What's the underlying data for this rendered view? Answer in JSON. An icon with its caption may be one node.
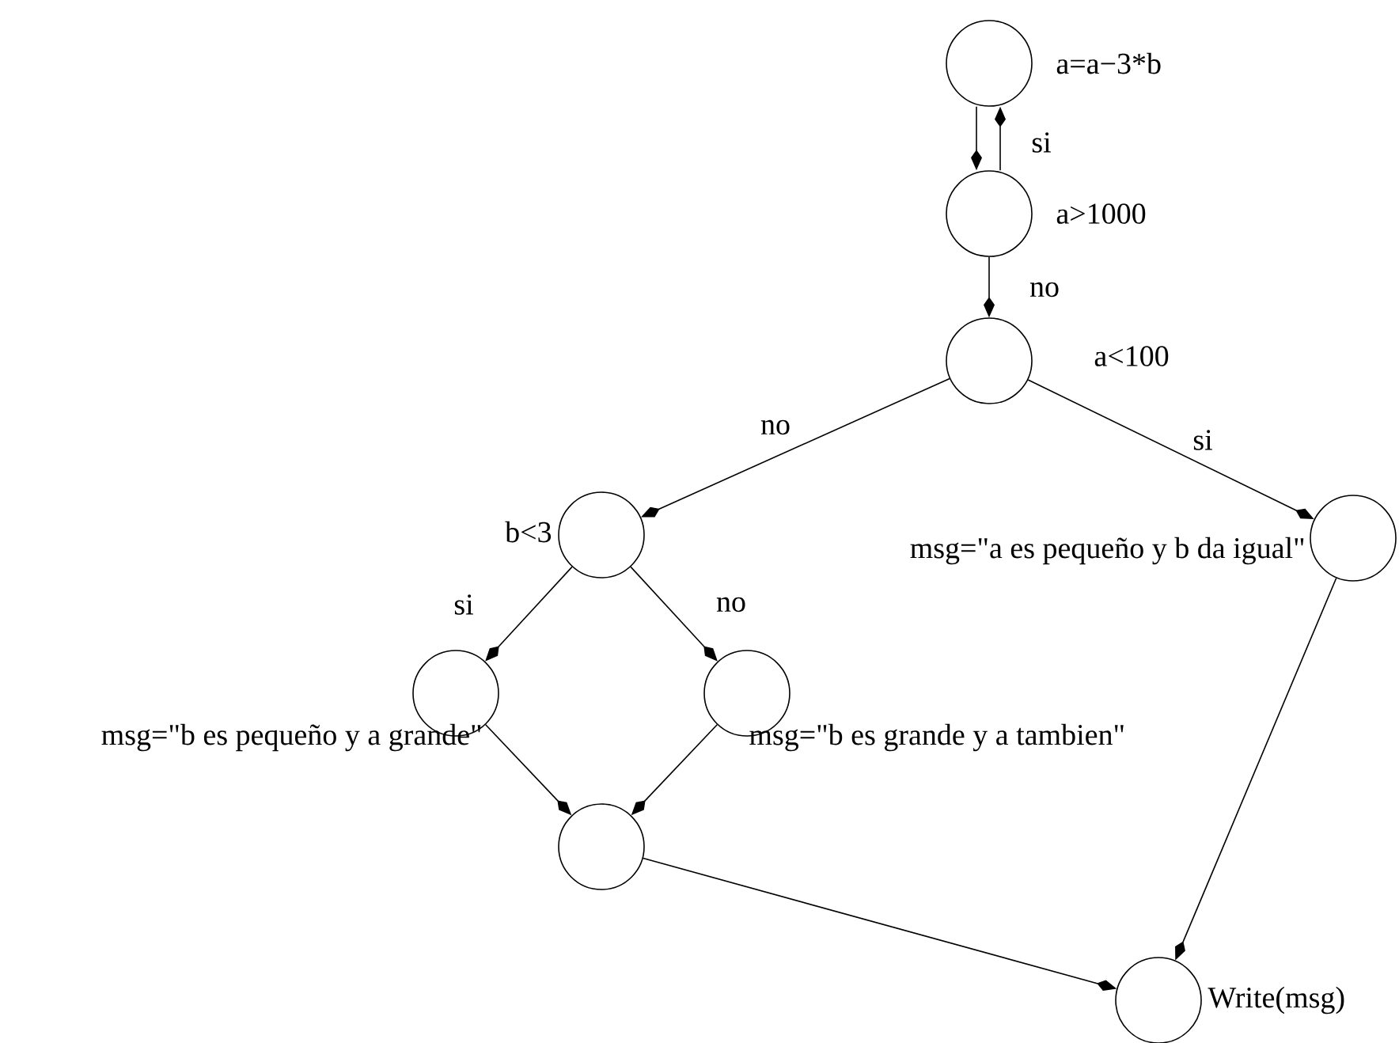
{
  "diagram": {
    "nodes": [
      {
        "text": [],
        "shape": "circle",
        "beside": [
          "a=a−3*b"
        ]
      },
      {
        "text": [],
        "shape": "circle",
        "beside": [
          "a>1000"
        ]
      },
      {
        "text": [],
        "shape": "circle",
        "beside": [
          "a<100"
        ]
      },
      {
        "text": [],
        "shape": "circle",
        "beside": [
          "b<3"
        ]
      },
      {
        "text": [],
        "shape": "circle",
        "beside": [
          "msg=\"a es pequeño y b da igual\""
        ]
      },
      {
        "text": [],
        "shape": "circle",
        "beside": [
          "msg=\"b es pequeño y a grande\""
        ]
      },
      {
        "text": [],
        "shape": "circle",
        "beside": [
          "msg=\"b es grande y a tambien\""
        ]
      },
      {
        "text": [],
        "shape": "circle"
      },
      {
        "text": [],
        "shape": "circle",
        "beside": [
          "Write(msg)"
        ]
      }
    ],
    "edges": [
      {
        "from": 0,
        "to": 1,
        "arrow": "to"
      },
      {
        "from": 1,
        "to": 0,
        "arrow": "to",
        "label": "si"
      },
      {
        "from": 1,
        "to": 2,
        "arrow": "to",
        "label": "no"
      },
      {
        "from": 2,
        "to": 3,
        "arrow": "to",
        "label": "no"
      },
      {
        "from": 2,
        "to": 4,
        "arrow": "to",
        "label": "si"
      },
      {
        "from": 3,
        "to": 5,
        "arrow": "to",
        "label": "si"
      },
      {
        "from": 3,
        "to": 6,
        "arrow": "to",
        "label": "no"
      },
      {
        "from": 5,
        "to": 7,
        "arrow": "to"
      },
      {
        "from": 6,
        "to": 7,
        "arrow": "to"
      },
      {
        "from": 7,
        "to": 8,
        "arrow": "to"
      },
      {
        "from": 4,
        "to": 8,
        "arrow": "to"
      }
    ]
  }
}
